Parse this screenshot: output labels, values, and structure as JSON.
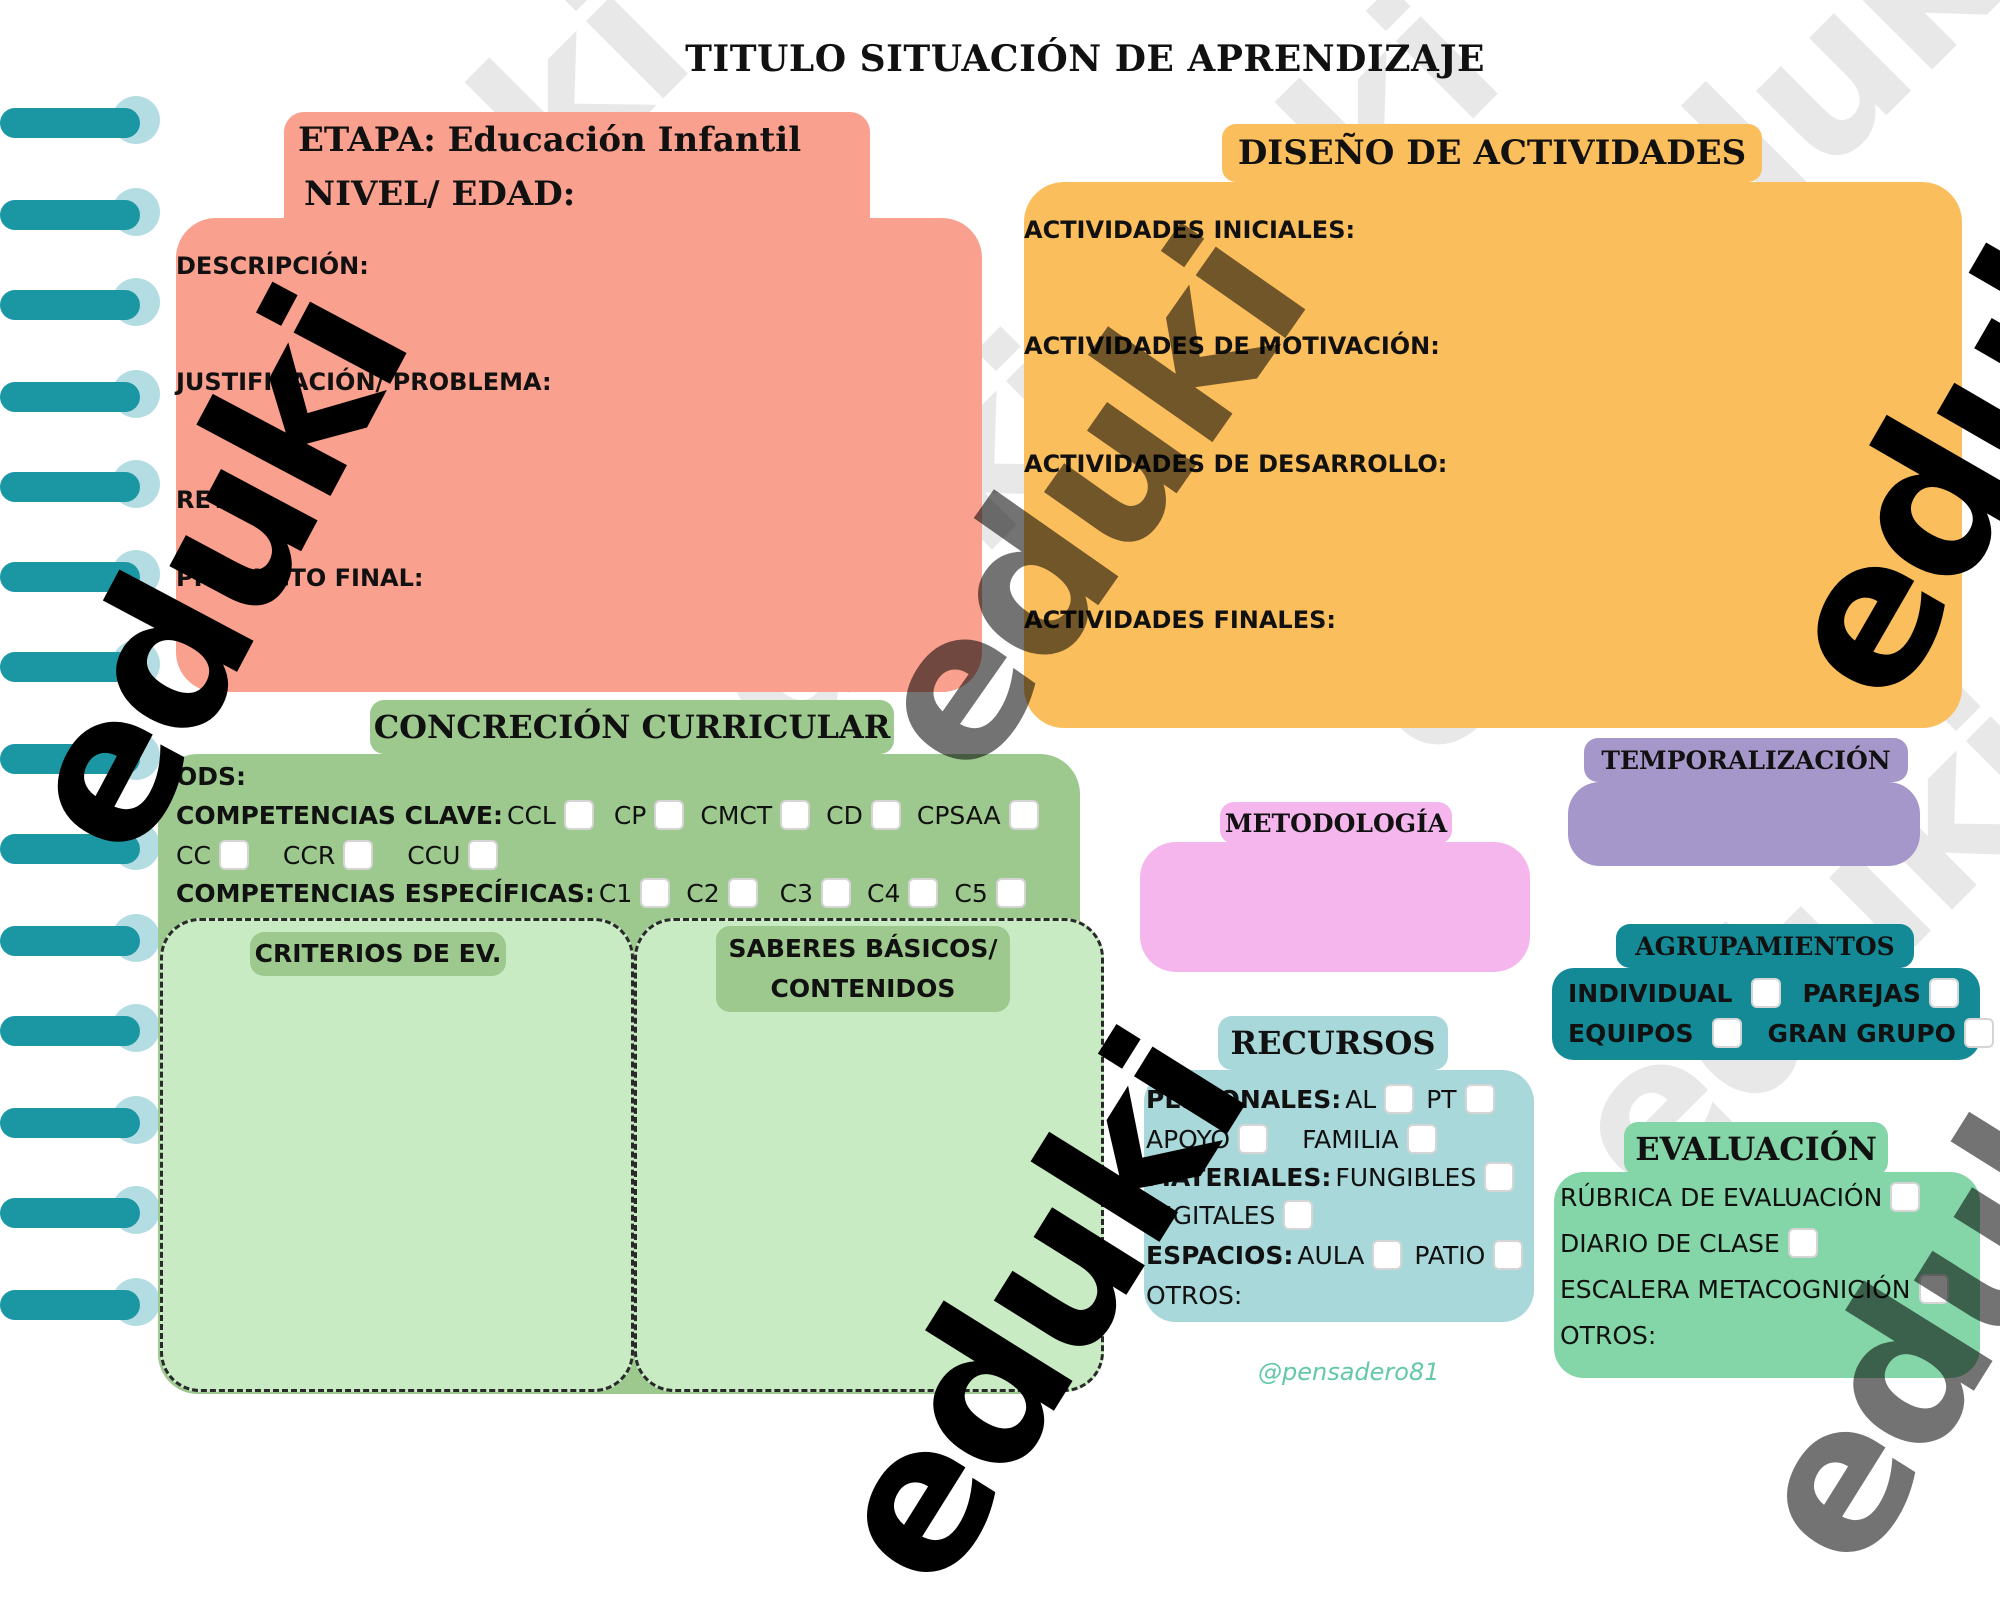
{
  "page_title": "TITULO SITUACIÓN DE APRENDIZAJE",
  "etapa": {
    "line1": "ETAPA:  Educación Infantil",
    "line2": "NIVEL/ EDAD:"
  },
  "info_fields": [
    "DESCRIPCIÓN:",
    "JUSTIFICACIÓN/ PROBLEMA:",
    "RETO:",
    "PRODUCTO FINAL:"
  ],
  "diseno": {
    "title": "DISEÑO DE ACTIVIDADES",
    "fields": [
      "ACTIVIDADES INICIALES:",
      "ACTIVIDADES DE MOTIVACIÓN:",
      "ACTIVIDADES DE DESARROLLO:",
      "ACTIVIDADES FINALES:"
    ]
  },
  "concrecion": {
    "title": "CONCRECIÓN CURRICULAR",
    "ods": "ODS:",
    "competencias_clave_label": "COMPETENCIAS CLAVE:",
    "competencias_clave": [
      "CCL",
      "CP",
      "CMCT",
      "CD",
      "CPSAA",
      "CC",
      "CCR",
      "CCU"
    ],
    "competencias_especificas_label": "COMPETENCIAS ESPECÍFICAS:",
    "competencias_especificas": [
      "C1",
      "C2",
      "C3",
      "C4",
      "C5"
    ],
    "criterios": "CRITERIOS DE EV.",
    "saberes_line1": "SABERES BÁSICOS/",
    "saberes_line2": "CONTENIDOS"
  },
  "temporalizacion": {
    "title": "TEMPORALIZACIÓN"
  },
  "metodologia": {
    "title": "METODOLOGÍA"
  },
  "agrupamientos": {
    "title": "AGRUPAMIENTOS",
    "options": [
      "INDIVIDUAL",
      "PAREJAS",
      "EQUIPOS",
      "GRAN GRUPO"
    ]
  },
  "recursos": {
    "title": "RECURSOS",
    "personales_label": "PERSONALES:",
    "personales": [
      "AL",
      "PT",
      "APOYO",
      "FAMILIA"
    ],
    "materiales_label": "MATERIALES:",
    "materiales": [
      "FUNGIBLES",
      "DIGITALES"
    ],
    "espacios_label": "ESPACIOS:",
    "espacios": [
      "AULA",
      "PATIO"
    ],
    "otros": "OTROS:"
  },
  "evaluacion": {
    "title": "EVALUACIÓN",
    "options": [
      "RÚBRICA DE EVALUACIÓN",
      "DIARIO DE CLASE",
      "ESCALERA METACOGNICIÓN"
    ],
    "otros": "OTROS:"
  },
  "credit": "@pensadero81",
  "watermark": "eduki",
  "colors": {
    "salmon": "#f9a08e",
    "orange": "#fbbe5c",
    "green_dark": "#9dc98f",
    "green_light": "#c9ebc3",
    "purple": "#a697cb",
    "pink": "#f4b6ec",
    "teal_dark": "#138a96",
    "teal_light": "#a8d8da",
    "mint": "#84d5a7",
    "spiral": "#1b97a4"
  }
}
